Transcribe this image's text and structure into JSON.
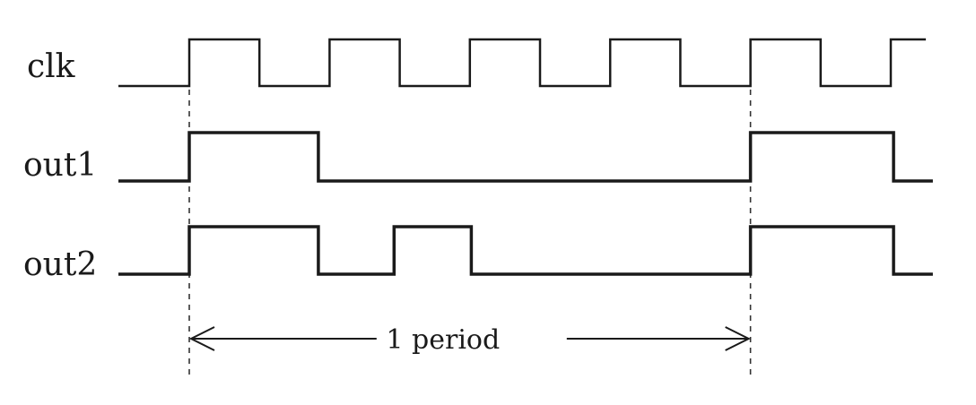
{
  "signals": [
    {
      "id": "clk",
      "label": "clk",
      "color": "#1a1a1a",
      "initial": 0,
      "edges": [
        0,
        1,
        2,
        3,
        4,
        5,
        6,
        7,
        8,
        9,
        10
      ],
      "end": 10.5
    },
    {
      "id": "out1",
      "label": "out1",
      "color": "#1a1a1a",
      "initial": 0,
      "edges": [
        0,
        1.84,
        8,
        10.04
      ],
      "end": 10.6
    },
    {
      "id": "out2",
      "label": "out2",
      "color": "#1a1a1a",
      "initial": 0,
      "edges": [
        0,
        1.84,
        2.92,
        4.02,
        8,
        10.04
      ],
      "end": 10.6
    }
  ],
  "period": {
    "label": "1 period",
    "start": 0,
    "end": 8
  }
}
